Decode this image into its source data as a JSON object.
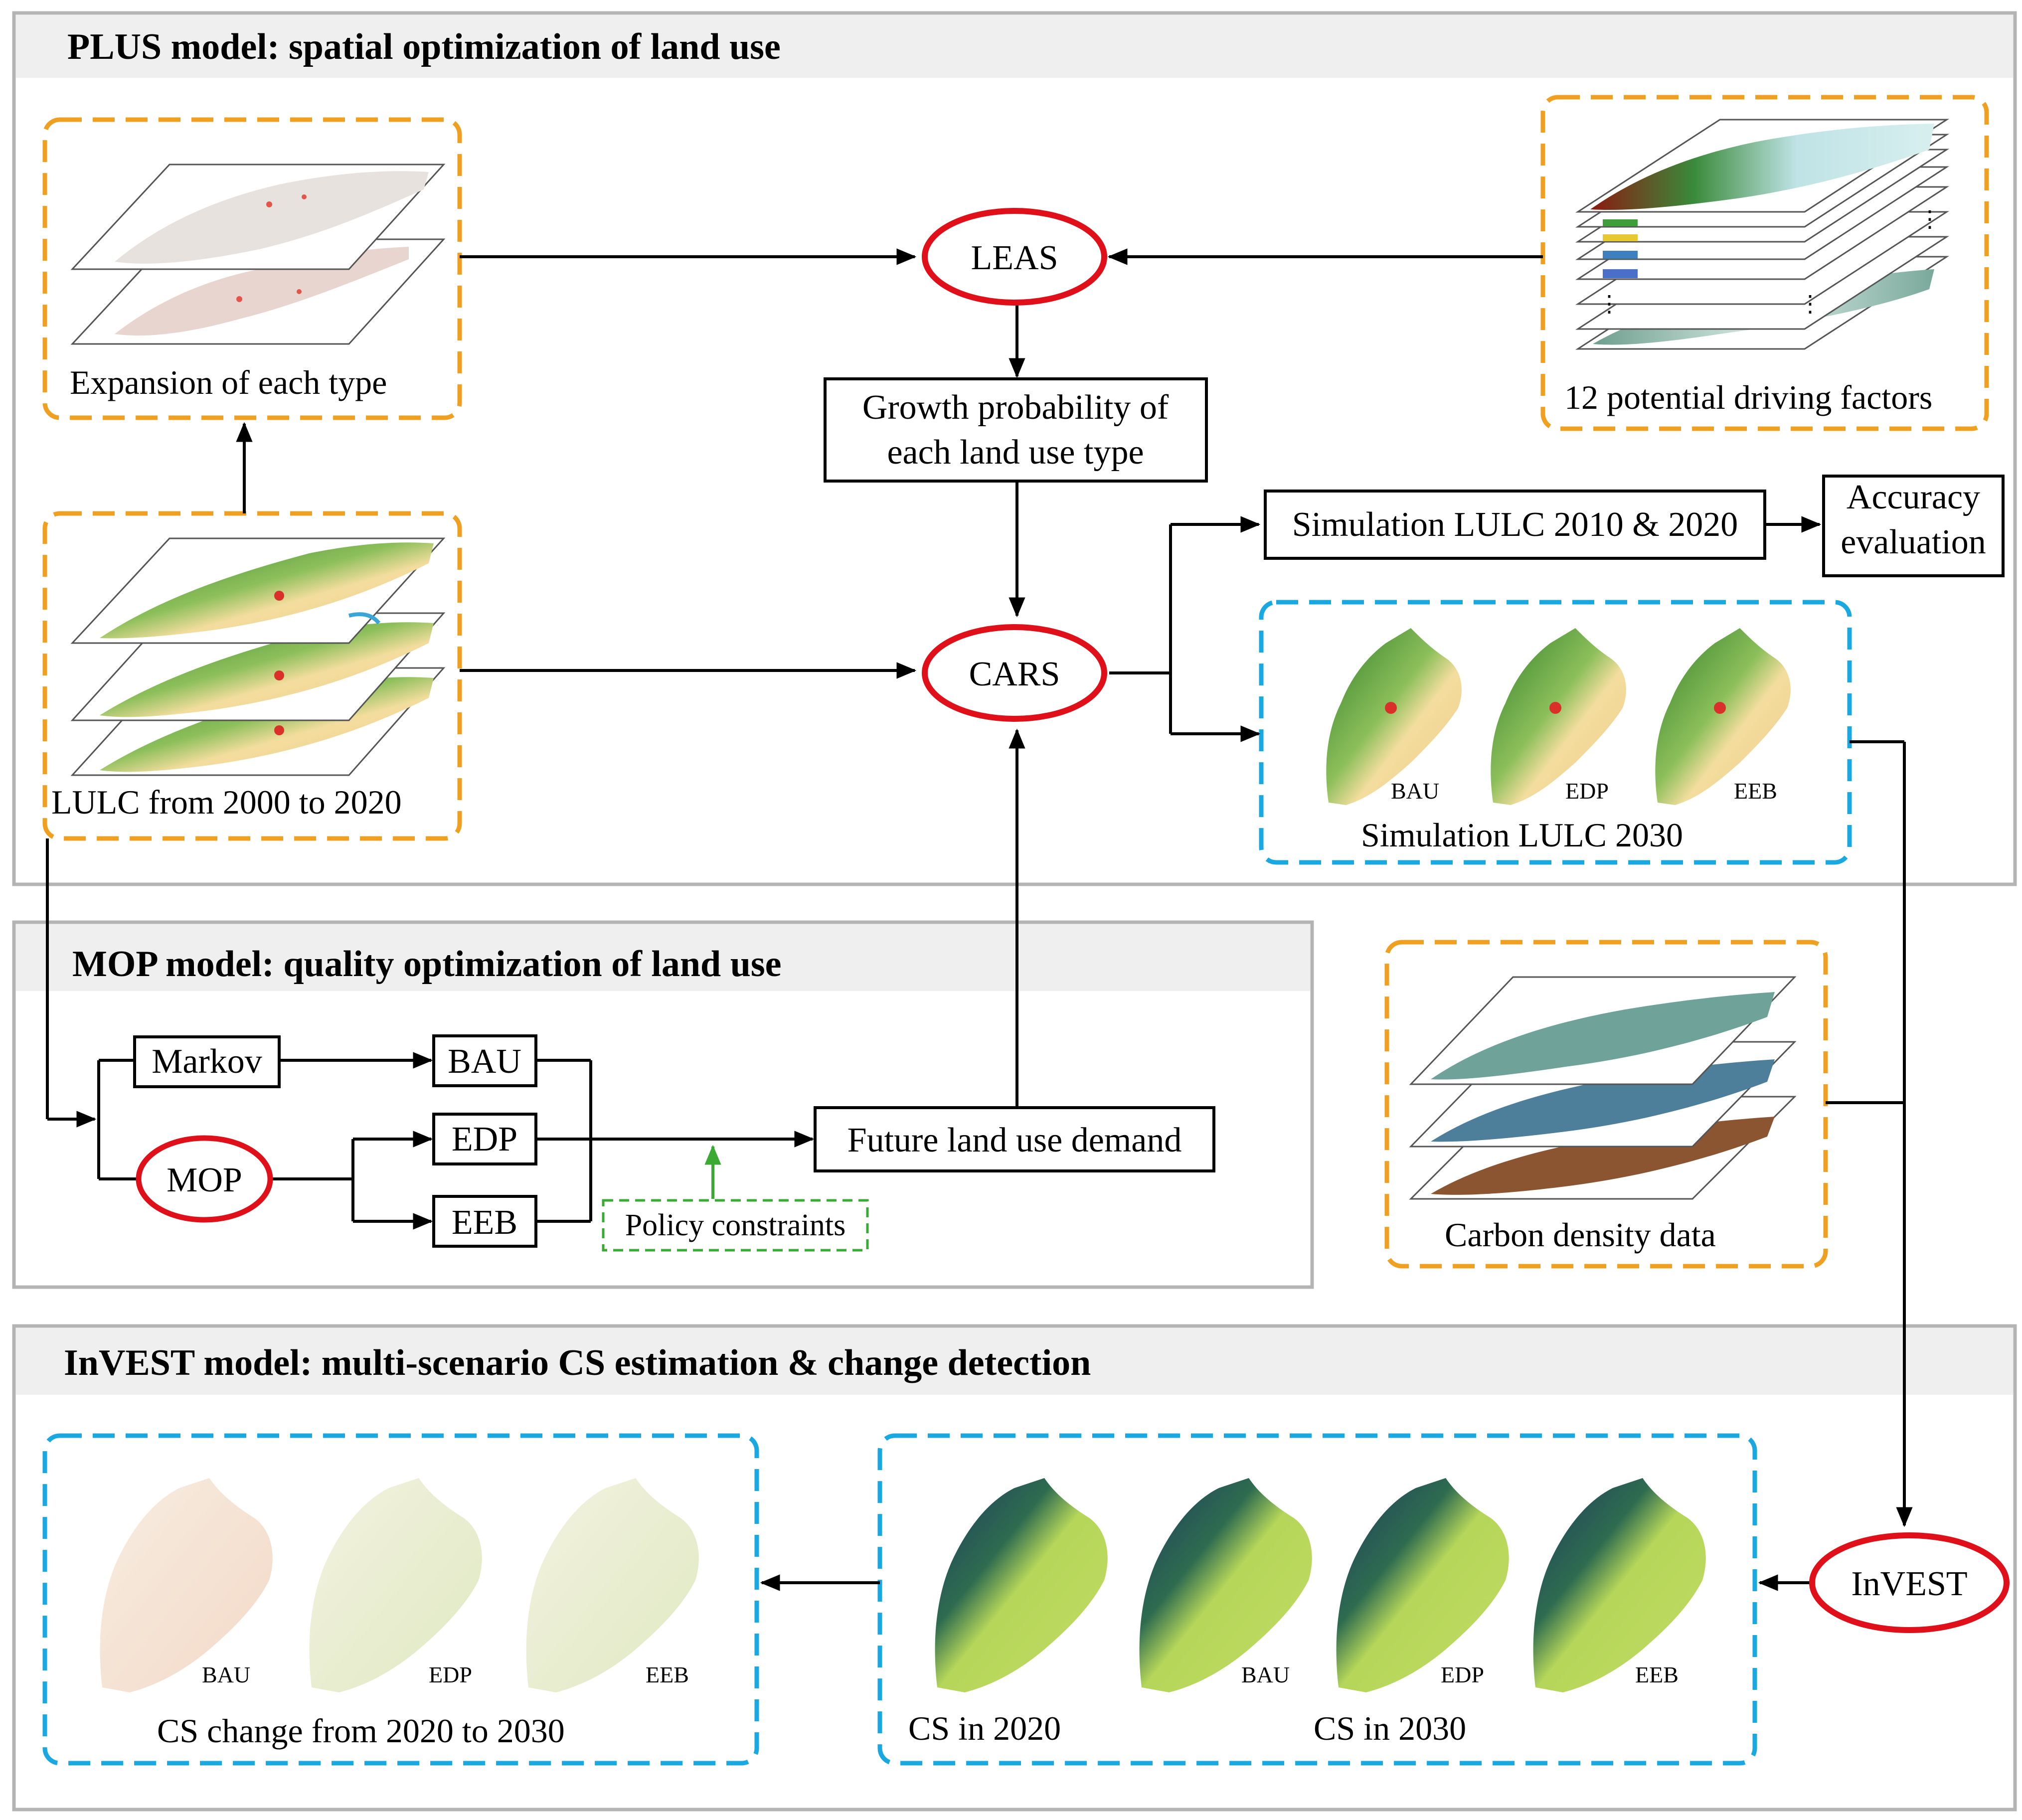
{
  "panels": {
    "plus": {
      "title": "PLUS model: spatial optimization of land use"
    },
    "mop": {
      "title": "MOP model: quality optimization of land use"
    },
    "invest": {
      "title": "InVEST model: multi-scenario CS estimation & change detection"
    }
  },
  "nodes": {
    "leas": "LEAS",
    "cars": "CARS",
    "mop": "MOP",
    "invest": "InVEST",
    "growth_line1": "Growth probability of",
    "growth_line2": "each land use type",
    "sim_lulc_2010_2020": "Simulation LULC 2010 & 2020",
    "accuracy_line1": "Accuracy",
    "accuracy_line2": "evaluation",
    "markov": "Markov",
    "bau": "BAU",
    "edp": "EDP",
    "eeb": "EEB",
    "future_demand": "Future land use demand",
    "policy_constraints": "Policy constraints"
  },
  "groups": {
    "expansion": "Expansion of each type",
    "lulc": "LULC from 2000 to 2020",
    "driving_factors": "12 potential driving factors",
    "sim_2030": "Simulation LULC 2030",
    "carbon_density": "Carbon density data",
    "cs_change": "CS change from 2020 to 2030",
    "cs_2020": "CS in 2020",
    "cs_2030": "CS in 2030"
  },
  "scenario_tags": [
    "BAU",
    "EDP",
    "EEB"
  ],
  "colors": {
    "orange_dash": "#f0a020",
    "blue_dash": "#1aa8e0",
    "red_node": "#e0101a",
    "policy_green": "#3aaa35",
    "panel_border": "#b4b4b4",
    "header_fill": "#efefef"
  }
}
